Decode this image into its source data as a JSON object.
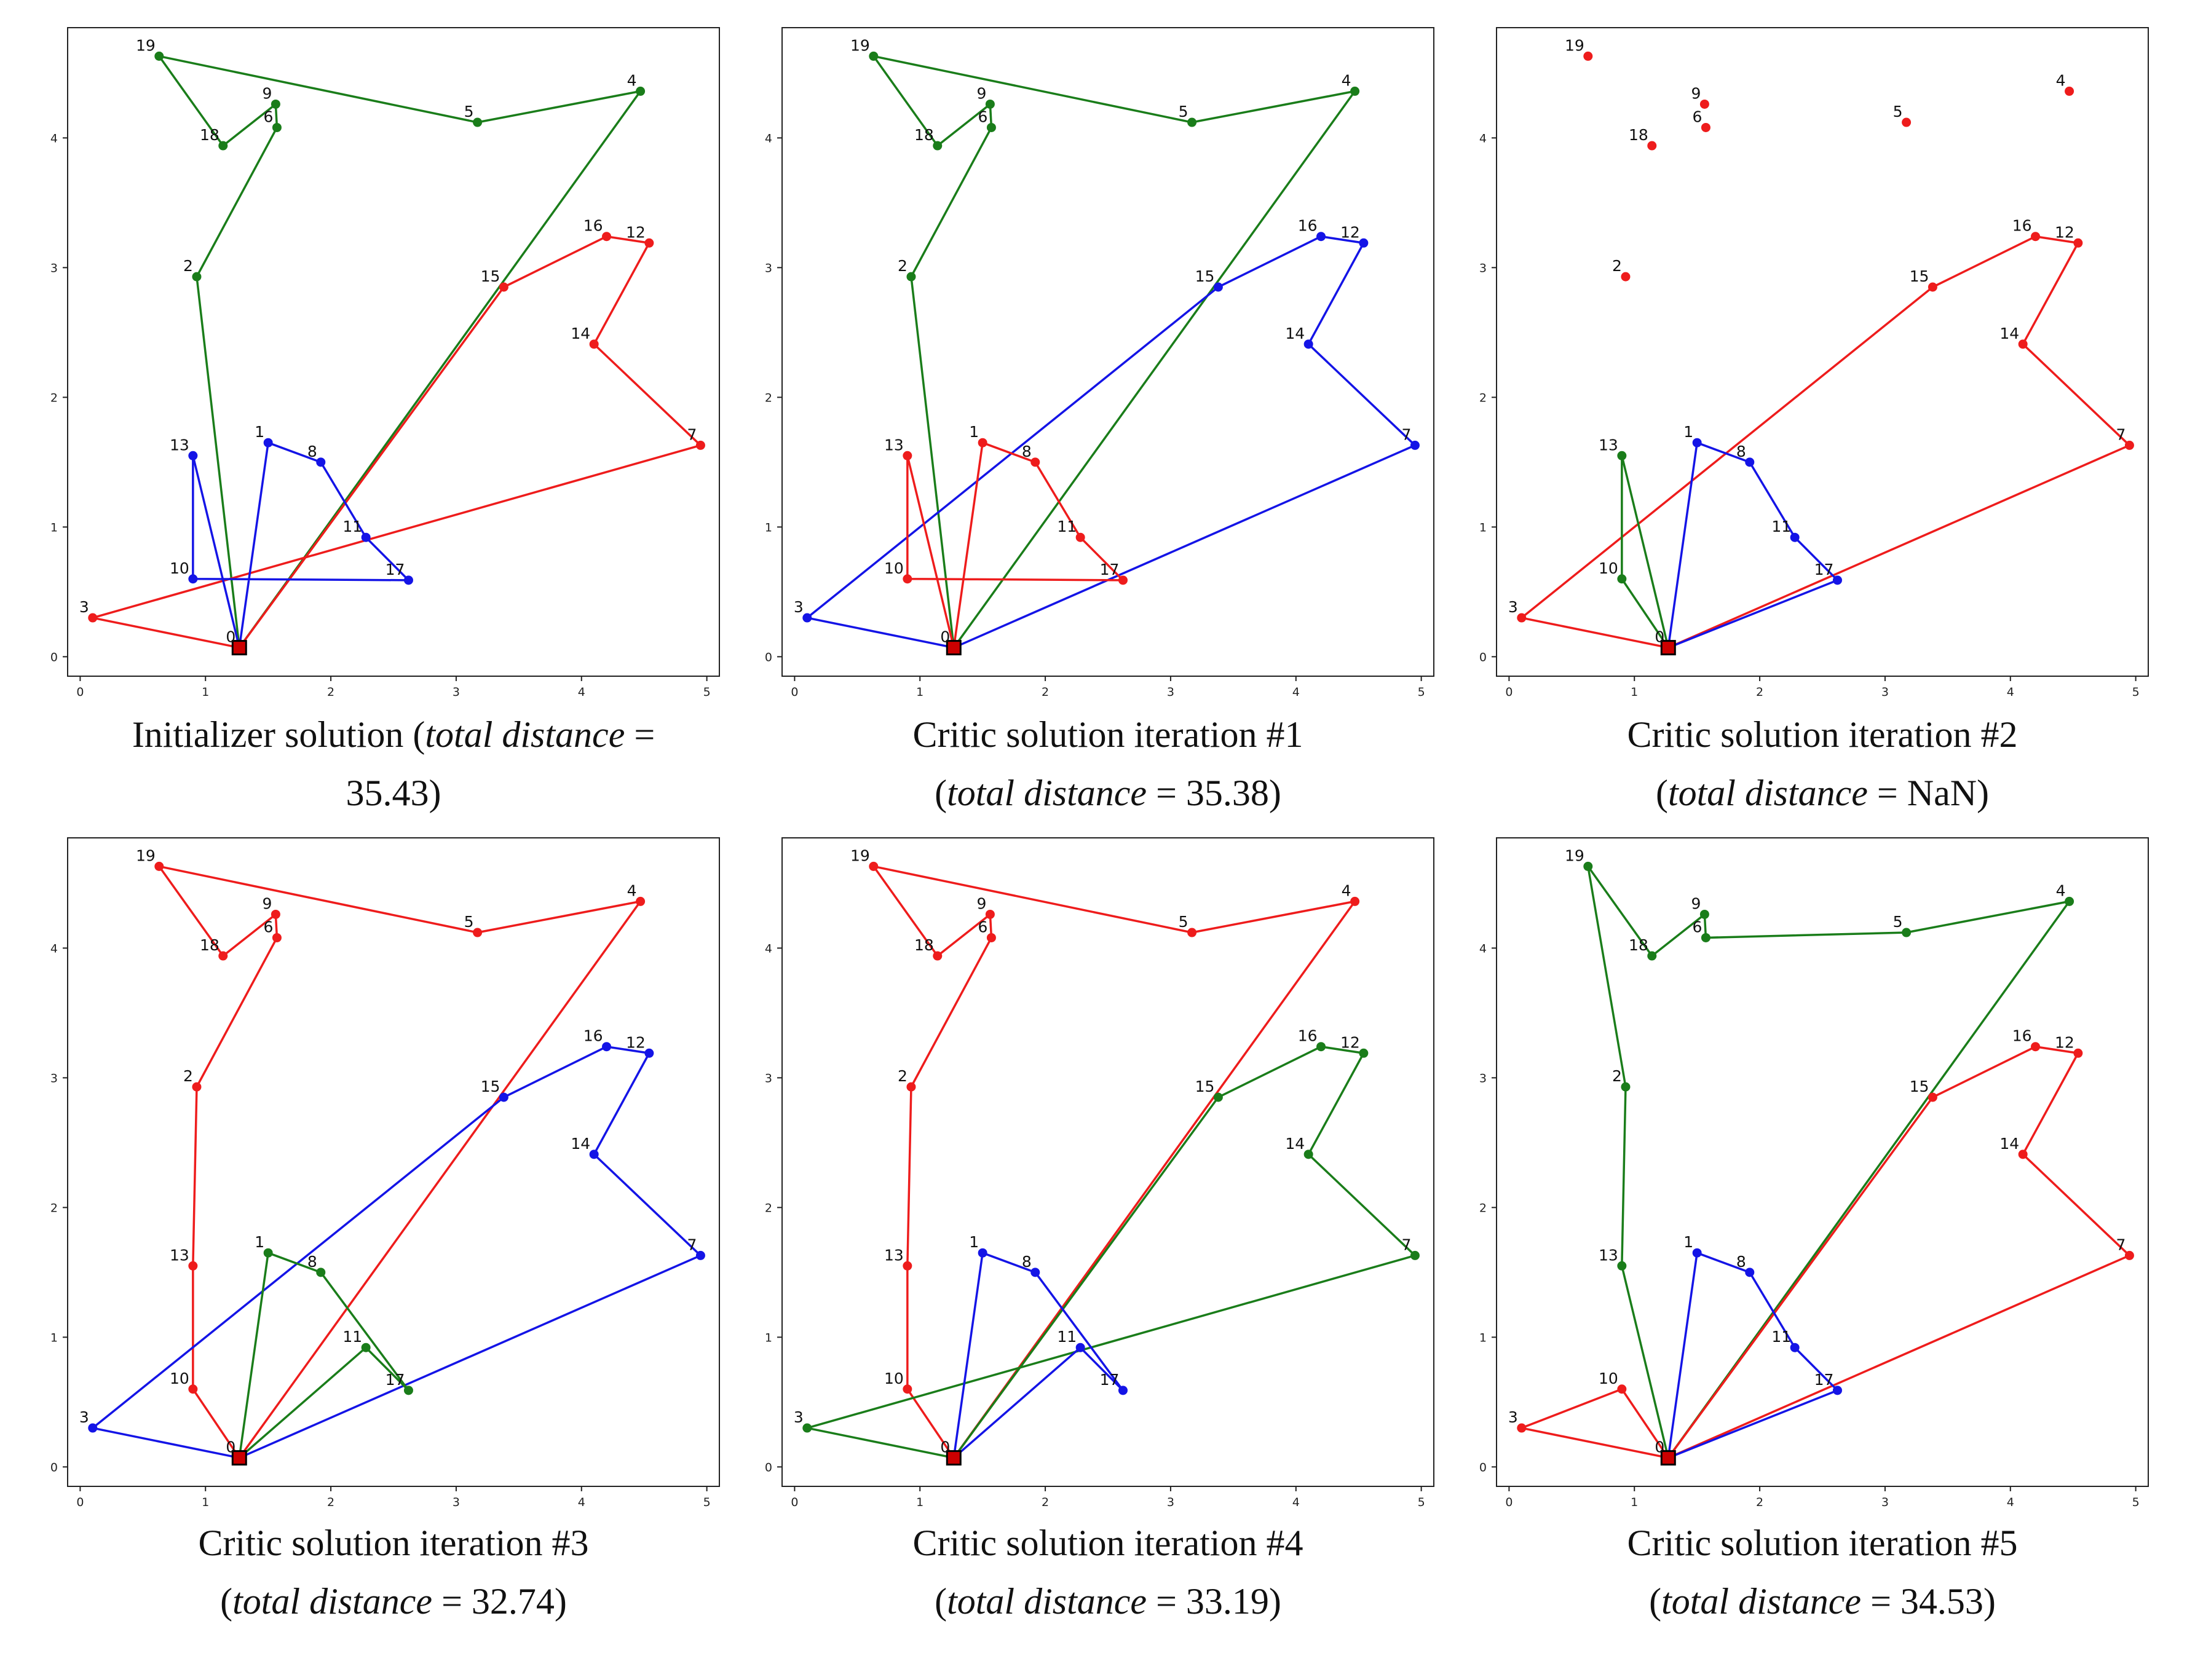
{
  "colors": {
    "red": "#ee1c1c",
    "green": "#1a7d1a",
    "blue": "#1414e6",
    "depot": "#cc0000",
    "frame": "#222222"
  },
  "chart_data": {
    "type": "line",
    "description_type": "vehicle-routing-solutions",
    "shared": {
      "depot": 0,
      "xlim": [
        -0.1,
        5.1
      ],
      "ylim": [
        -0.15,
        4.85
      ],
      "xticks": [
        0,
        1,
        2,
        3,
        4,
        5
      ],
      "yticks": [
        0,
        1,
        2,
        3,
        4
      ],
      "nodes": {
        "0": [
          1.27,
          0.07
        ],
        "1": [
          1.5,
          1.65
        ],
        "2": [
          0.93,
          2.93
        ],
        "3": [
          0.1,
          0.3
        ],
        "4": [
          4.47,
          4.36
        ],
        "5": [
          3.17,
          4.12
        ],
        "6": [
          1.57,
          4.08
        ],
        "7": [
          4.95,
          1.63
        ],
        "8": [
          1.92,
          1.5
        ],
        "9": [
          1.56,
          4.26
        ],
        "10": [
          0.9,
          0.6
        ],
        "11": [
          2.28,
          0.92
        ],
        "12": [
          4.54,
          3.19
        ],
        "13": [
          0.9,
          1.55
        ],
        "14": [
          4.1,
          2.41
        ],
        "15": [
          3.38,
          2.85
        ],
        "16": [
          4.2,
          3.24
        ],
        "17": [
          2.62,
          0.59
        ],
        "18": [
          1.14,
          3.94
        ],
        "19": [
          0.63,
          4.63
        ]
      }
    },
    "panels": [
      {
        "caption": {
          "prefix": "Initializer solution (",
          "metric": "total distance",
          "line1_rest": " =",
          "line2": "35.43)"
        },
        "routes": [
          {
            "color": "green",
            "nodes": [
              0,
              2,
              6,
              9,
              18,
              19,
              5,
              4,
              0
            ]
          },
          {
            "color": "red",
            "nodes": [
              0,
              15,
              16,
              12,
              14,
              7,
              3,
              0
            ]
          },
          {
            "color": "blue",
            "nodes": [
              0,
              13,
              10,
              17,
              11,
              8,
              1,
              0
            ]
          }
        ],
        "visible_nodes": [
          0,
          1,
          2,
          3,
          4,
          5,
          6,
          7,
          8,
          9,
          10,
          11,
          12,
          13,
          14,
          15,
          16,
          17,
          18,
          19
        ]
      },
      {
        "caption": {
          "line1": "Critic solution iteration #1",
          "open": "(",
          "metric": "total distance",
          "rest": " =  35.38)"
        },
        "routes": [
          {
            "color": "green",
            "nodes": [
              0,
              2,
              6,
              9,
              18,
              19,
              5,
              4,
              0
            ]
          },
          {
            "color": "blue",
            "nodes": [
              0,
              3,
              15,
              16,
              12,
              14,
              7,
              0
            ]
          },
          {
            "color": "red",
            "nodes": [
              0,
              13,
              10,
              17,
              11,
              8,
              1,
              0
            ]
          }
        ],
        "visible_nodes": [
          0,
          1,
          2,
          3,
          4,
          5,
          6,
          7,
          8,
          9,
          10,
          11,
          12,
          13,
          14,
          15,
          16,
          17,
          18,
          19
        ]
      },
      {
        "caption": {
          "line1": "Critic solution iteration #2",
          "open": "(",
          "metric": "total distance",
          "rest": " =  NaN)"
        },
        "routes": [
          {
            "color": "red",
            "nodes": [
              0,
              3,
              15,
              16,
              12,
              14,
              7,
              0
            ]
          },
          {
            "color": "green",
            "nodes": [
              0,
              13,
              10,
              0
            ]
          },
          {
            "color": "blue",
            "nodes": [
              0,
              1,
              8,
              11,
              17,
              0
            ]
          }
        ],
        "visible_nodes": [
          0,
          1,
          2,
          3,
          4,
          5,
          6,
          7,
          8,
          9,
          10,
          11,
          12,
          13,
          14,
          15,
          16,
          17,
          18,
          19
        ]
      },
      {
        "caption": {
          "line1": "Critic solution iteration #3",
          "open": "(",
          "metric": "total distance",
          "rest": " =  32.74)"
        },
        "routes": [
          {
            "color": "red",
            "nodes": [
              0,
              10,
              13,
              2,
              6,
              9,
              18,
              19,
              5,
              4,
              0
            ]
          },
          {
            "color": "blue",
            "nodes": [
              0,
              3,
              15,
              16,
              12,
              14,
              7,
              0
            ]
          },
          {
            "color": "green",
            "nodes": [
              0,
              1,
              8,
              17,
              11,
              0
            ]
          }
        ],
        "visible_nodes": [
          0,
          1,
          2,
          3,
          4,
          5,
          6,
          7,
          8,
          9,
          10,
          11,
          12,
          13,
          14,
          15,
          16,
          17,
          18,
          19
        ]
      },
      {
        "caption": {
          "line1": "Critic solution iteration #4",
          "open": "(",
          "metric": "total distance",
          "rest": " =  33.19)"
        },
        "routes": [
          {
            "color": "red",
            "nodes": [
              0,
              10,
              13,
              2,
              6,
              9,
              18,
              19,
              5,
              4,
              0
            ]
          },
          {
            "color": "green",
            "nodes": [
              0,
              15,
              16,
              12,
              14,
              7,
              3,
              0
            ]
          },
          {
            "color": "blue",
            "nodes": [
              0,
              1,
              8,
              17,
              11,
              0
            ]
          }
        ],
        "visible_nodes": [
          0,
          1,
          2,
          3,
          4,
          5,
          6,
          7,
          8,
          9,
          10,
          11,
          12,
          13,
          14,
          15,
          16,
          17,
          18,
          19
        ]
      },
      {
        "caption": {
          "line1": "Critic solution iteration #5",
          "open": "(",
          "metric": "total distance",
          "rest": " =  34.53)"
        },
        "routes": [
          {
            "color": "green",
            "nodes": [
              0,
              13,
              2,
              19,
              18,
              9,
              6,
              5,
              4,
              0
            ]
          },
          {
            "color": "red",
            "nodes": [
              0,
              10,
              3,
              0,
              15,
              16,
              12,
              14,
              7,
              0
            ]
          },
          {
            "color": "blue",
            "nodes": [
              0,
              1,
              8,
              11,
              17,
              0
            ]
          }
        ],
        "visible_nodes": [
          0,
          1,
          2,
          3,
          4,
          5,
          6,
          7,
          8,
          9,
          10,
          11,
          12,
          13,
          14,
          15,
          16,
          17,
          18,
          19
        ]
      }
    ]
  }
}
